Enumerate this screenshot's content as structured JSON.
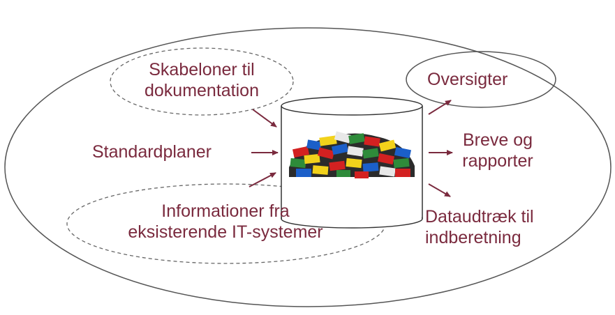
{
  "colors": {
    "text": "#7a2a3e",
    "arrow": "#7a2a3e",
    "outline": "#555555",
    "dashed": "#666666"
  },
  "inputs": {
    "templates": {
      "line1": "Skabeloner til",
      "line2": "dokumentation"
    },
    "standard_plans": "Standardplaner",
    "it_systems": {
      "line1": "Informationer fra",
      "line2": "eksisterende IT-systemer"
    }
  },
  "outputs": {
    "overviews": "Oversigter",
    "letters": {
      "line1": "Breve og",
      "line2": "rapporter"
    },
    "data_extract": {
      "line1": "Dataudtræk til",
      "line2": "indberetning"
    }
  },
  "center": {
    "icon": "lego-bricks-icon"
  }
}
